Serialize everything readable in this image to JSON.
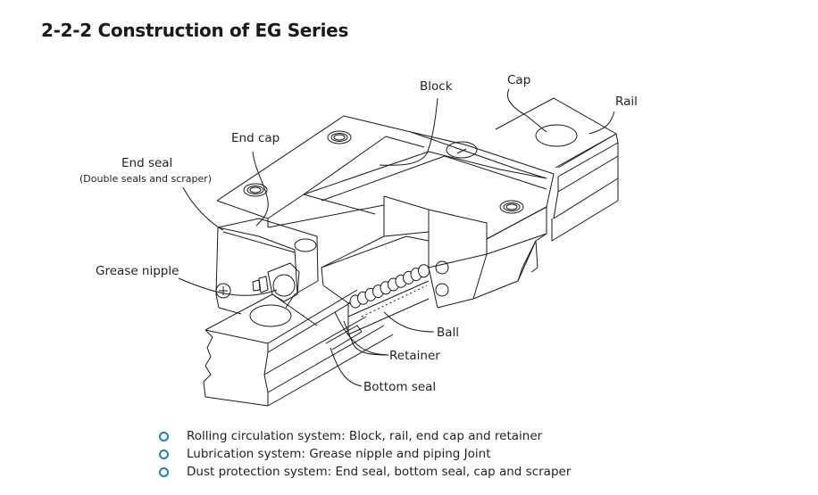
{
  "document": {
    "section_title": "2-2-2 Construction of EG Series"
  },
  "figure": {
    "description": "Exploded isometric line drawing of an EG series linear guide block on rail",
    "labels": {
      "block": "Block",
      "cap": "Cap",
      "rail": "Rail",
      "end_cap": "End cap",
      "end_seal": "End seal",
      "end_seal_note": "(Double seals and scraper)",
      "grease_nipple": "Grease nipple",
      "ball": "Ball",
      "retainer": "Retainer",
      "bottom_seal": "Bottom seal"
    }
  },
  "systems": [
    {
      "text": "Rolling circulation system: Block, rail, end cap and retainer"
    },
    {
      "text": "Lubrication system: Grease nipple and piping Joint"
    },
    {
      "text": "Dust protection system: End seal, bottom seal, cap and scraper"
    }
  ],
  "colors": {
    "bullet_accent": "#1b83b8",
    "text": "#231f20"
  }
}
